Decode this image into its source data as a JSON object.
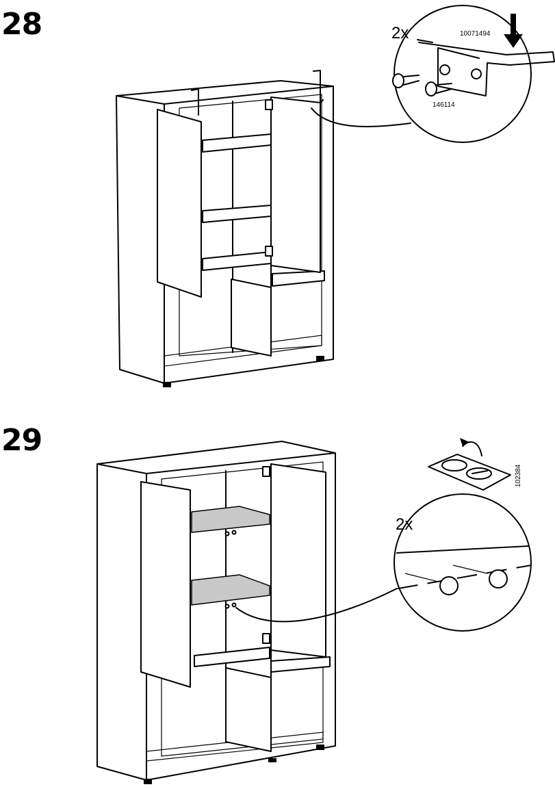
{
  "steps": [
    {
      "number": "28",
      "quantity": "2x",
      "part_bracket": "10071494",
      "part_screw": "146114"
    },
    {
      "number": "29",
      "quantity": "2x",
      "part_cap": "102384"
    }
  ]
}
